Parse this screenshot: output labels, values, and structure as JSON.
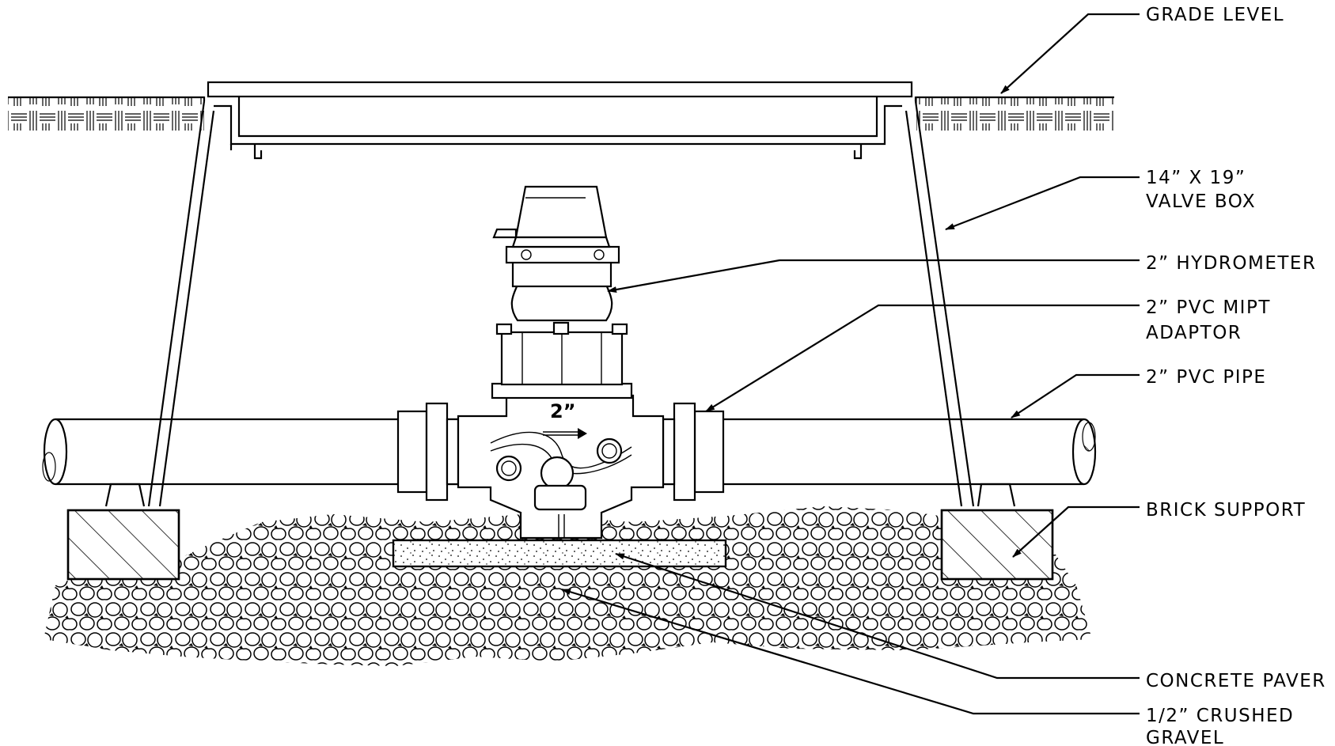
{
  "labels": {
    "grade_level": "GRADE LEVEL",
    "valve_box_1": "14” X 19”",
    "valve_box_2": "VALVE BOX",
    "hydrometer": "2” HYDROMETER",
    "adaptor_1": "2” PVC MIPT",
    "adaptor_2": "ADAPTOR",
    "pipe": "2” PVC PIPE",
    "brick": "BRICK SUPPORT",
    "paver": "CONCRETE PAVER",
    "gravel_1": "1/2” CRUSHED",
    "gravel_2": "GRAVEL"
  },
  "meter_size_mark": "2”"
}
